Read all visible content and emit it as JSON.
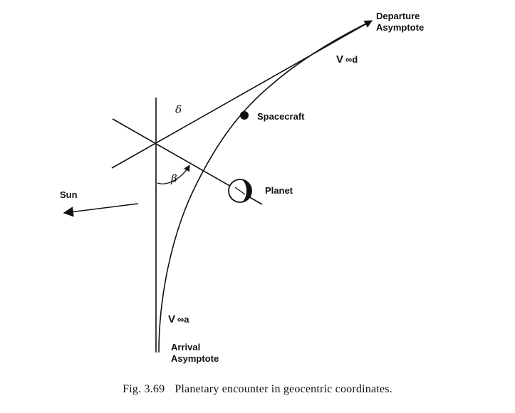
{
  "labels": {
    "departure_line1": "Departure",
    "departure_line2": "Asymptote",
    "v_inf_d": "V",
    "v_inf_d_sub": "∞d",
    "delta": "δ",
    "spacecraft": "Spacecraft",
    "beta": "β",
    "planet": "Planet",
    "sun": "Sun",
    "v_inf_a": "V",
    "v_inf_a_sub": "∞a",
    "arrival_line1": "Arrival",
    "arrival_line2": "Asymptote"
  },
  "caption": {
    "number": "Fig. 3.69",
    "text": "Planetary encounter in geocentric coordinates."
  }
}
